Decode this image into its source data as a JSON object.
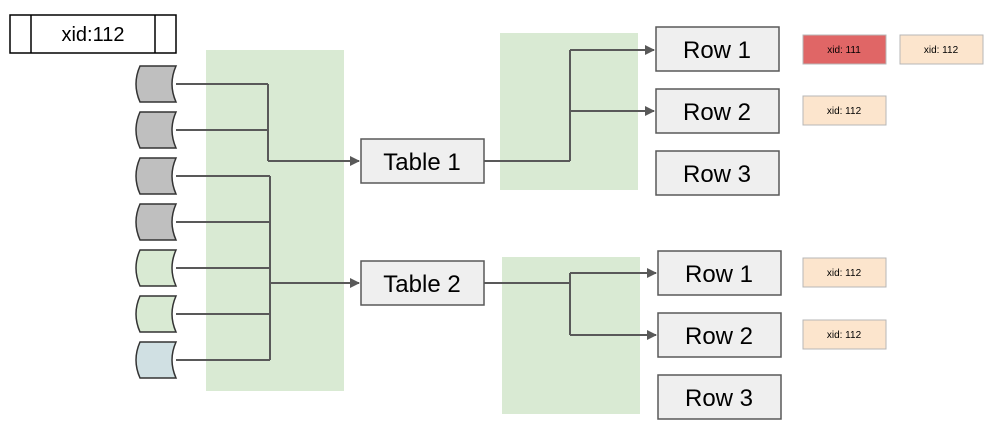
{
  "header_label": "xid:112",
  "tables": [
    {
      "label": "Table 1"
    },
    {
      "label": "Table 2"
    }
  ],
  "table1_rows": [
    {
      "label": "Row 1"
    },
    {
      "label": "Row 2"
    },
    {
      "label": "Row 3"
    }
  ],
  "table2_rows": [
    {
      "label": "Row 1"
    },
    {
      "label": "Row 2"
    },
    {
      "label": "Row 3"
    }
  ],
  "version_tags": [
    {
      "label": "xid: 111",
      "color": "#e06666"
    },
    {
      "label": "xid: 112",
      "color": "#fce5cd"
    },
    {
      "label": "xid: 112",
      "color": "#fce5cd"
    },
    {
      "label": "xid: 112",
      "color": "#fce5cd"
    },
    {
      "label": "xid: 112",
      "color": "#fce5cd"
    }
  ],
  "colors": {
    "region": "#d9ead3",
    "box_fill": "#efefef",
    "box_stroke": "#595959",
    "connector": "#595959",
    "cylinder_gray": "#bfbfbf",
    "cylinder_green": "#d9ead3",
    "cylinder_blue": "#d0e0e3",
    "cylinder_stroke": "#333333"
  },
  "storage_files": [
    {
      "fill_key": "cylinder_gray"
    },
    {
      "fill_key": "cylinder_gray"
    },
    {
      "fill_key": "cylinder_gray"
    },
    {
      "fill_key": "cylinder_gray"
    },
    {
      "fill_key": "cylinder_green"
    },
    {
      "fill_key": "cylinder_green"
    },
    {
      "fill_key": "cylinder_blue"
    }
  ]
}
